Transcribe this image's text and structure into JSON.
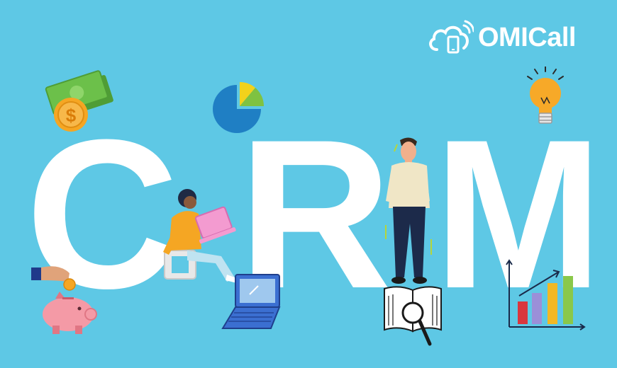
{
  "brand": {
    "name": "OMICall",
    "logo_icon": "cloud-phone-icon",
    "text_color": "#ffffff"
  },
  "headline": {
    "letters": [
      "C",
      "R",
      "M"
    ],
    "color": "#ffffff"
  },
  "colors": {
    "background": "#5ec8e5",
    "accent_orange": "#f5a623",
    "money_green": "#6cc04a",
    "pie_blue": "#1f7fc4",
    "pie_yellow": "#f2d21b",
    "pie_green": "#7fc241",
    "piggy_pink": "#f49aa6",
    "laptop_blue": "#3b6fd1",
    "bar_red": "#d9363e",
    "bar_purple": "#9b8fd8",
    "bar_yellow": "#f2b824",
    "bar_green": "#8ac84a"
  },
  "illustrations": {
    "money": "money-bills-icon",
    "pie_chart": "pie-chart-icon",
    "light_bulb": "light-bulb-icon",
    "woman_laptop": "woman-with-laptop-illustration",
    "standing_man": "standing-man-illustration",
    "piggy_bank": "piggy-bank-icon",
    "laptop": "laptop-icon",
    "book_search": "book-magnifier-icon",
    "bar_chart": "growth-bar-chart-icon"
  }
}
